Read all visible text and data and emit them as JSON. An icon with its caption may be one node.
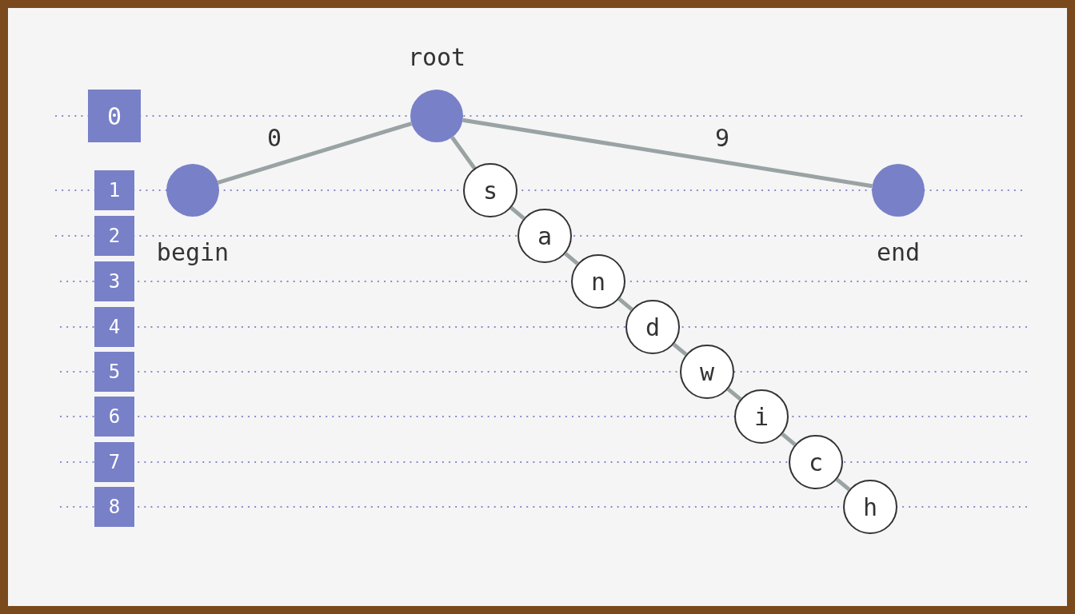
{
  "diagram": {
    "nodes": [
      {
        "text": [
          "root"
        ]
      },
      {
        "text": [
          "begin"
        ]
      },
      {
        "text": [
          "end"
        ]
      },
      {
        "text": [
          "s"
        ]
      },
      {
        "text": [
          "a"
        ]
      },
      {
        "text": [
          "n"
        ]
      },
      {
        "text": [
          "d"
        ]
      },
      {
        "text": [
          "w"
        ]
      },
      {
        "text": [
          "i"
        ]
      },
      {
        "text": [
          "c"
        ]
      },
      {
        "text": [
          "h"
        ]
      },
      {
        "text": [
          "0"
        ]
      },
      {
        "text": [
          "1"
        ]
      },
      {
        "text": [
          "2"
        ]
      },
      {
        "text": [
          "3"
        ]
      },
      {
        "text": [
          "4"
        ]
      },
      {
        "text": [
          "5"
        ]
      },
      {
        "text": [
          "6"
        ]
      },
      {
        "text": [
          "7"
        ]
      },
      {
        "text": [
          "8"
        ]
      }
    ],
    "edges": [
      {
        "from": 0,
        "to": 1,
        "arrow": "none",
        "label": "0"
      },
      {
        "from": 0,
        "to": 2,
        "arrow": "none",
        "label": "9"
      },
      {
        "from": 0,
        "to": 3,
        "arrow": "none"
      },
      {
        "from": 3,
        "to": 4,
        "arrow": "none"
      },
      {
        "from": 4,
        "to": 5,
        "arrow": "none"
      },
      {
        "from": 5,
        "to": 6,
        "arrow": "none"
      },
      {
        "from": 6,
        "to": 7,
        "arrow": "none"
      },
      {
        "from": 7,
        "to": 8,
        "arrow": "none"
      },
      {
        "from": 8,
        "to": 9,
        "arrow": "none"
      },
      {
        "from": 9,
        "to": 10,
        "arrow": "none"
      }
    ]
  }
}
